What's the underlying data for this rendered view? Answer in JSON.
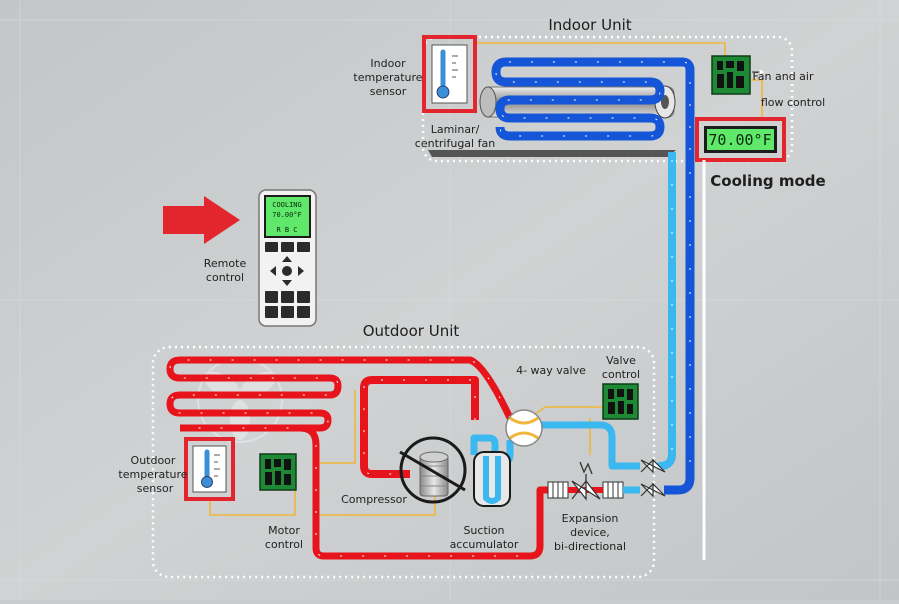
{
  "indoor_unit": {
    "title": "Indoor Unit",
    "temperature_sensor_label": [
      "Indoor",
      "temperature",
      "sensor"
    ],
    "fan_label": [
      "Laminar/",
      "centrifugal fan"
    ],
    "control_label": [
      "Fan and air",
      "flow control"
    ],
    "display_reading": "70.00°F",
    "mode_label": "Cooling mode"
  },
  "remote": {
    "label": [
      "Remote",
      "control"
    ],
    "screen_lines": [
      "COOLING",
      "70.00°F",
      "R  B  C"
    ]
  },
  "outdoor_unit": {
    "title": "Outdoor Unit",
    "temperature_sensor_label": [
      "Outdoor",
      "temperature",
      "sensor"
    ],
    "motor_control_label": [
      "Motor",
      "control"
    ],
    "compressor_label": "Compressor",
    "accumulator_label": [
      "Suction",
      "accumulator"
    ],
    "four_way_valve_label": "4- way valve",
    "valve_control_label": [
      "Valve",
      "control"
    ],
    "expansion_label": [
      "Expansion",
      "device,",
      "bi-directional"
    ]
  },
  "colors": {
    "hot_pipe": "#e8141c",
    "cold_pipe_dark": "#1556d8",
    "cold_pipe_light": "#3cb8f0",
    "highlight_box": "#e3262d",
    "pcb_green": "#1f8a35",
    "control_wire": "#f0b63a"
  }
}
